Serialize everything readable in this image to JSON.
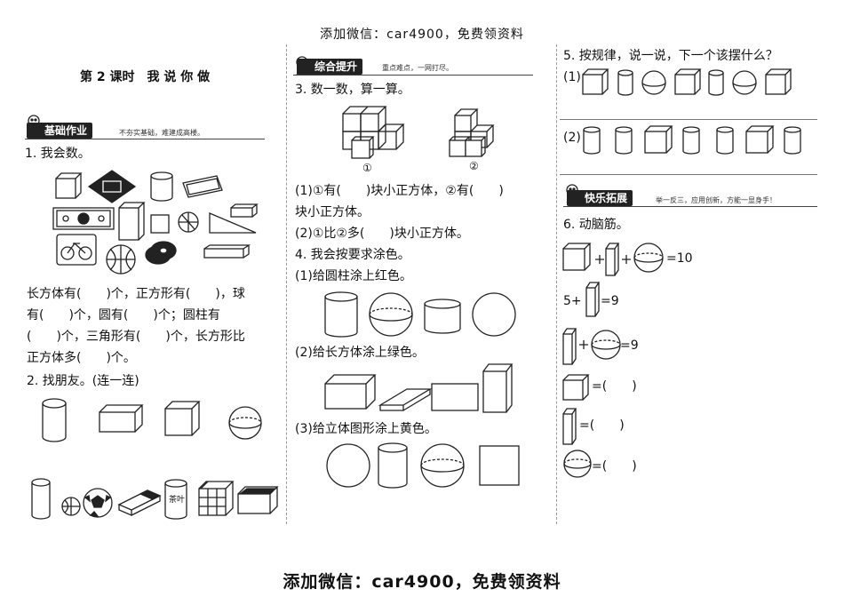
{
  "watermark": "添加微信：car4900，免费领资料",
  "lesson_title": "第 2 课时　我 说 你 做",
  "sections": {
    "basic": {
      "label": "基础作业",
      "motto": "不夯实基础，难建成高楼。"
    },
    "comprehensive": {
      "label": "综合提升",
      "motto": "重点难点，一网打尽。"
    },
    "extension": {
      "label": "快乐拓展",
      "motto": "举一反三，应用创新，方能一显身手！"
    }
  },
  "q1": {
    "title": "1. 我会数。",
    "lines": [
      "长方体有(　　)个，正方形有(　　)，球",
      "有(　　)个，圆有(　　)个；圆柱有",
      "(　　)个，三角形有(　　)个，长方形比",
      "正方体多(　　)个。"
    ]
  },
  "q2": {
    "title": "2. 找朋友。(连一连)",
    "tea_label": "茶叶"
  },
  "q3": {
    "title": "3. 数一数，算一算。",
    "fig1": "①",
    "fig2": "②",
    "lines": [
      "(1)①有(　　)块小正方体，②有(　　)",
      "块小正方体。",
      "(2)①比②多(　　)块小正方体。"
    ]
  },
  "q4": {
    "title": "4. 我会按要求涂色。",
    "p1": "(1)给圆柱涂上红色。",
    "p2": "(2)给长方体涂上绿色。",
    "p3": "(3)给立体图形涂上黄色。"
  },
  "q5": {
    "title": "5. 按规律，说一说，下一个该摆什么？",
    "p1": "(1)",
    "p2": "(2)"
  },
  "q6": {
    "title": "6. 动脑筋。",
    "eq1_result": "=10",
    "eq2_prefix": "5+",
    "eq2_result": "=9",
    "eq3_result": "=9",
    "eq4_result": "=(　　)",
    "eq5_result": "=(　　)",
    "eq6_result": "=(　　)",
    "plus": "+"
  }
}
